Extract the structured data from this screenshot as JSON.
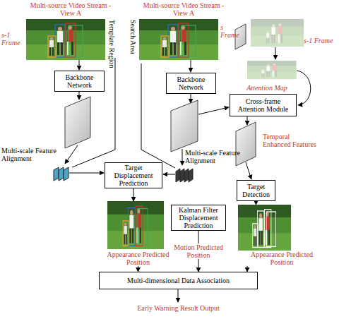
{
  "diagram": {
    "nodes": [
      {
        "text": [
          "Backbone Network"
        ]
      },
      {
        "text": [
          "Backbone Network"
        ]
      },
      {
        "text": [
          "Cross-frame Attention Module"
        ]
      },
      {
        "text": [
          "Target Displacement Prediction"
        ]
      },
      {
        "text": [
          "Target Detection"
        ]
      },
      {
        "text": [
          "Appearance Predicted Position"
        ]
      },
      {
        "text": [
          "Kalman Filter Displacement Prediction"
        ]
      },
      {
        "text": [
          "Appearance Predicted Position"
        ]
      },
      {
        "text": [
          "Multi-dimensional Data Association"
        ]
      }
    ],
    "edges": [
      {
        "from": 3,
        "to": 5,
        "arrow": "to"
      },
      {
        "from": 4,
        "to": 7,
        "arrow": "to"
      },
      {
        "from": 5,
        "to": 8,
        "arrow": "to"
      },
      {
        "from": 6,
        "to": 8,
        "label": "Motion Predicted Position",
        "arrow": "to"
      },
      {
        "from": 7,
        "to": 8,
        "arrow": "to"
      }
    ],
    "labels": [
      "Multi-source Video Stream - View A",
      "Multi-source Video Stream - View A",
      "s-1 Frame",
      "Template Region",
      "Search Area",
      "s Frame",
      "s-1 Frame",
      "Attention Map",
      "Temporal Enhanced Features",
      "Multi-scale Feature Alignment",
      "Multi-scale Feature Alignment",
      "Early Warning Result Output"
    ]
  }
}
